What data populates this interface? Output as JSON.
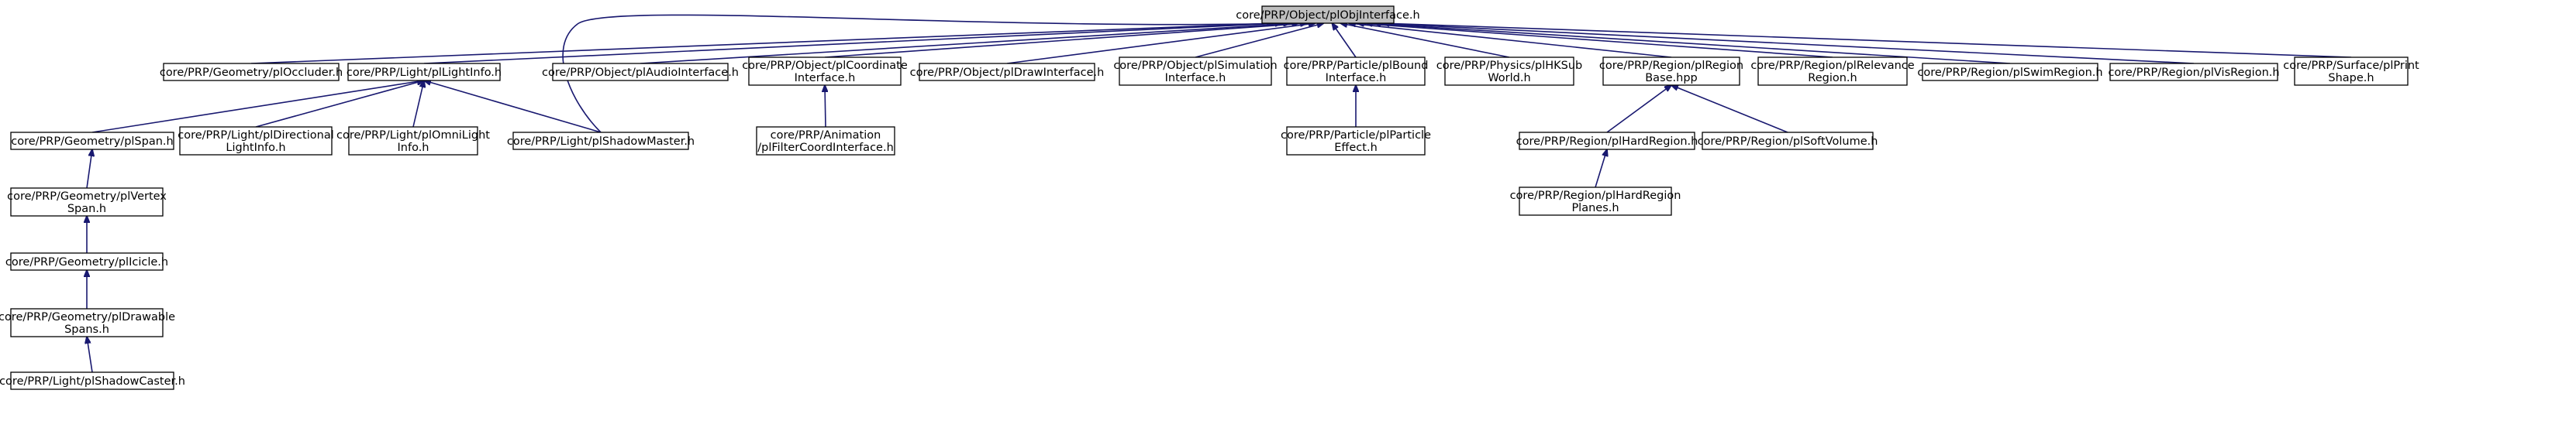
{
  "diagram": {
    "type": "doxygen-include-dependency-graph",
    "colors": {
      "edge": "#191970",
      "root_fill": "#bfbfbf",
      "node_fill": "#ffffff",
      "node_border": "#000000"
    },
    "nodes": [
      {
        "id": "root",
        "lines": [
          "core/PRP/Object/plObjInterface.h"
        ],
        "root": true
      },
      {
        "id": "occluder",
        "lines": [
          "core/PRP/Geometry/plOccluder.h"
        ]
      },
      {
        "id": "lightinfo",
        "lines": [
          "core/PRP/Light/plLightInfo.h"
        ]
      },
      {
        "id": "audio",
        "lines": [
          "core/PRP/Object/plAudioInterface.h"
        ]
      },
      {
        "id": "coord",
        "lines": [
          "core/PRP/Object/plCoordinate",
          "Interface.h"
        ]
      },
      {
        "id": "draw",
        "lines": [
          "core/PRP/Object/plDrawInterface.h"
        ]
      },
      {
        "id": "simulation",
        "lines": [
          "core/PRP/Object/plSimulation",
          "Interface.h"
        ]
      },
      {
        "id": "bound",
        "lines": [
          "core/PRP/Particle/plBound",
          "Interface.h"
        ]
      },
      {
        "id": "hksub",
        "lines": [
          "core/PRP/Physics/plHKSub",
          "World.h"
        ]
      },
      {
        "id": "regionbase",
        "lines": [
          "core/PRP/Region/plRegion",
          "Base.hpp"
        ]
      },
      {
        "id": "relevance",
        "lines": [
          "core/PRP/Region/plRelevance",
          "Region.h"
        ]
      },
      {
        "id": "swim",
        "lines": [
          "core/PRP/Region/plSwimRegion.h"
        ]
      },
      {
        "id": "vis",
        "lines": [
          "core/PRP/Region/plVisRegion.h"
        ]
      },
      {
        "id": "printshape",
        "lines": [
          "core/PRP/Surface/plPrint",
          "Shape.h"
        ]
      },
      {
        "id": "span",
        "lines": [
          "core/PRP/Geometry/plSpan.h"
        ]
      },
      {
        "id": "directional",
        "lines": [
          "core/PRP/Light/plDirectional",
          "LightInfo.h"
        ]
      },
      {
        "id": "omni",
        "lines": [
          "core/PRP/Light/plOmniLight",
          "Info.h"
        ]
      },
      {
        "id": "shadowmaster",
        "lines": [
          "core/PRP/Light/plShadowMaster.h"
        ]
      },
      {
        "id": "filtercoord",
        "lines": [
          "core/PRP/Animation",
          "/plFilterCoordInterface.h"
        ]
      },
      {
        "id": "particleeffect",
        "lines": [
          "core/PRP/Particle/plParticle",
          "Effect.h"
        ]
      },
      {
        "id": "hardregion",
        "lines": [
          "core/PRP/Region/plHardRegion.h"
        ]
      },
      {
        "id": "softvolume",
        "lines": [
          "core/PRP/Region/plSoftVolume.h"
        ]
      },
      {
        "id": "vertexspan",
        "lines": [
          "core/PRP/Geometry/plVertex",
          "Span.h"
        ]
      },
      {
        "id": "hardregionplanes",
        "lines": [
          "core/PRP/Region/plHardRegion",
          "Planes.h"
        ]
      },
      {
        "id": "icicle",
        "lines": [
          "core/PRP/Geometry/plIcicle.h"
        ]
      },
      {
        "id": "drawablespans",
        "lines": [
          "core/PRP/Geometry/plDrawable",
          "Spans.h"
        ]
      },
      {
        "id": "shadowcaster",
        "lines": [
          "core/PRP/Light/plShadowCaster.h"
        ]
      }
    ],
    "edges": [
      {
        "from": "occluder",
        "to": "root"
      },
      {
        "from": "lightinfo",
        "to": "root"
      },
      {
        "from": "audio",
        "to": "root"
      },
      {
        "from": "coord",
        "to": "root"
      },
      {
        "from": "draw",
        "to": "root"
      },
      {
        "from": "simulation",
        "to": "root"
      },
      {
        "from": "bound",
        "to": "root"
      },
      {
        "from": "hksub",
        "to": "root"
      },
      {
        "from": "regionbase",
        "to": "root"
      },
      {
        "from": "relevance",
        "to": "root"
      },
      {
        "from": "swim",
        "to": "root"
      },
      {
        "from": "vis",
        "to": "root"
      },
      {
        "from": "printshape",
        "to": "root"
      },
      {
        "from": "shadowmaster",
        "to": "root"
      },
      {
        "from": "span",
        "to": "lightinfo"
      },
      {
        "from": "directional",
        "to": "lightinfo"
      },
      {
        "from": "omni",
        "to": "lightinfo"
      },
      {
        "from": "shadowmaster",
        "to": "lightinfo"
      },
      {
        "from": "filtercoord",
        "to": "coord"
      },
      {
        "from": "particleeffect",
        "to": "bound"
      },
      {
        "from": "hardregion",
        "to": "regionbase"
      },
      {
        "from": "softvolume",
        "to": "regionbase"
      },
      {
        "from": "vertexspan",
        "to": "span"
      },
      {
        "from": "hardregionplanes",
        "to": "hardregion"
      },
      {
        "from": "icicle",
        "to": "vertexspan"
      },
      {
        "from": "drawablespans",
        "to": "icicle"
      },
      {
        "from": "shadowcaster",
        "to": "drawablespans"
      }
    ]
  }
}
